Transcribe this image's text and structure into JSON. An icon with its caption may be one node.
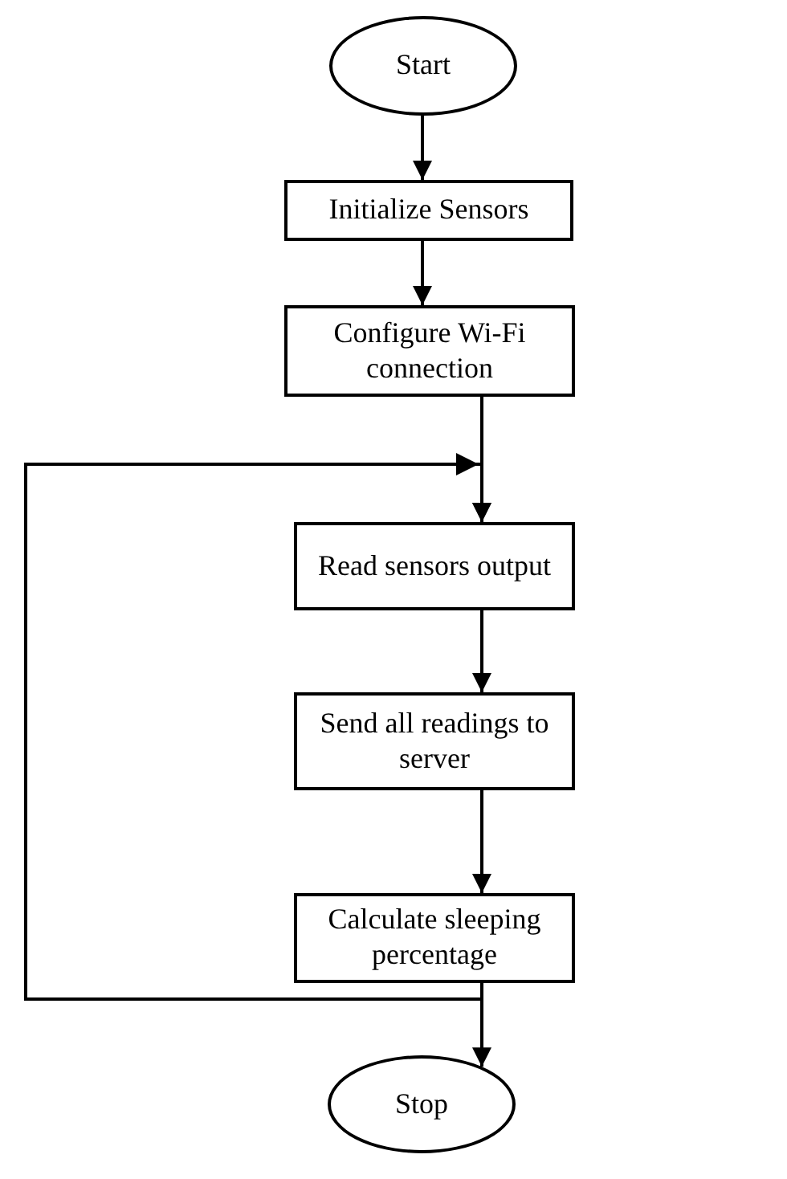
{
  "diagram": {
    "nodes": [
      {
        "text": [
          "Start"
        ]
      },
      {
        "text": [
          "Initialize Sensors"
        ]
      },
      {
        "text": [
          "Configure Wi-Fi connection"
        ]
      },
      {
        "text": [
          "Read sensors output"
        ]
      },
      {
        "text": [
          "Send all readings to server"
        ]
      },
      {
        "text": [
          "Calculate sleeping percentage"
        ]
      },
      {
        "text": [
          "Stop"
        ]
      }
    ],
    "edges": [
      {
        "from": 0,
        "to": 1,
        "arrow": "to"
      },
      {
        "from": 1,
        "to": 2,
        "arrow": "to"
      },
      {
        "from": 2,
        "to": 3,
        "arrow": "to"
      },
      {
        "from": 3,
        "to": 4,
        "arrow": "to"
      },
      {
        "from": 4,
        "to": 5,
        "arrow": "to"
      },
      {
        "from": 5,
        "to": 6,
        "arrow": "to"
      },
      {
        "from": 5,
        "to": 3,
        "arrow": "to"
      }
    ]
  }
}
